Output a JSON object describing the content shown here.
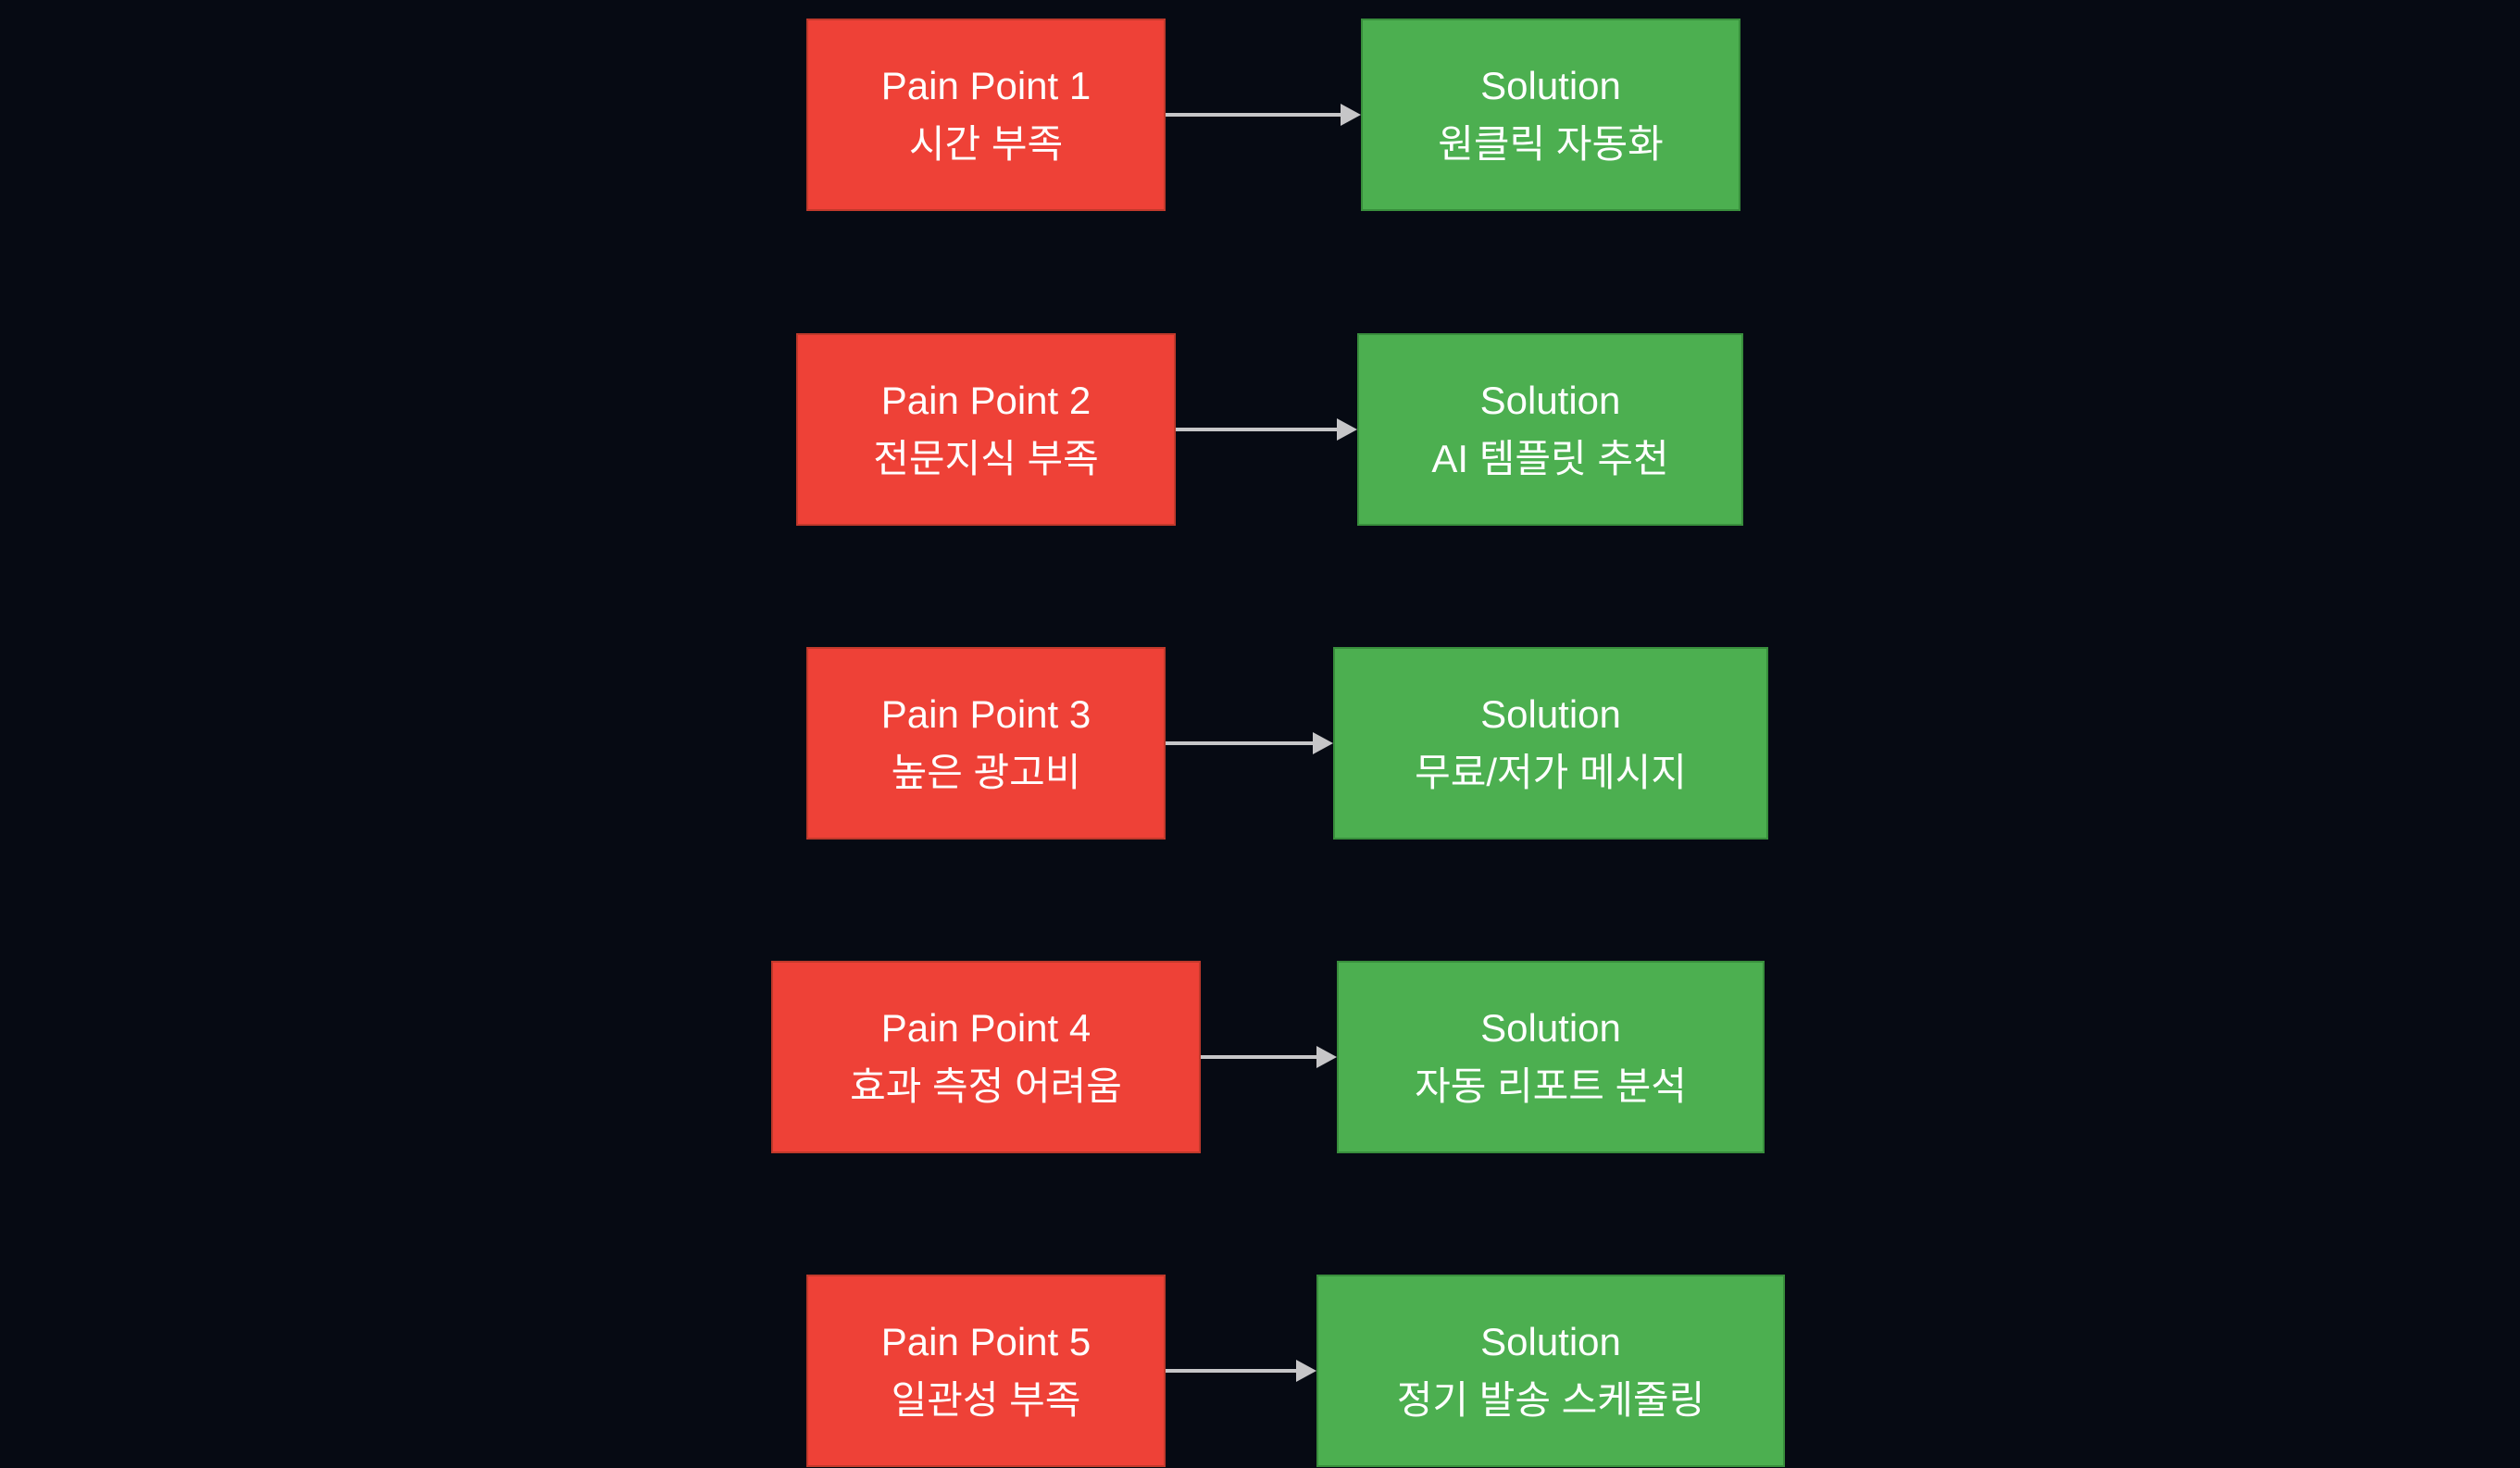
{
  "colors": {
    "background": "#060a13",
    "pain_fill": "#ee4137",
    "pain_border": "#c0392b",
    "solution_fill": "#4caf50",
    "solution_border": "#388e3c",
    "arrow": "#c6c6c8",
    "text": "#ffffff"
  },
  "diagram": {
    "type": "flowchart",
    "description": "Pain points mapped to solutions, left-to-right arrows",
    "rows": [
      {
        "pain": {
          "title": "Pain Point 1",
          "label": "시간 부족"
        },
        "solution": {
          "title": "Solution",
          "label": "원클릭 자동화"
        }
      },
      {
        "pain": {
          "title": "Pain Point 2",
          "label": "전문지식 부족"
        },
        "solution": {
          "title": "Solution",
          "label": "AI 템플릿 추천"
        }
      },
      {
        "pain": {
          "title": "Pain Point 3",
          "label": "높은 광고비"
        },
        "solution": {
          "title": "Solution",
          "label": "무료/저가 메시지"
        }
      },
      {
        "pain": {
          "title": "Pain Point 4",
          "label": "효과 측정 어려움"
        },
        "solution": {
          "title": "Solution",
          "label": "자동 리포트 분석"
        }
      },
      {
        "pain": {
          "title": "Pain Point 5",
          "label": "일관성 부족"
        },
        "solution": {
          "title": "Solution",
          "label": "정기 발송 스케줄링"
        }
      }
    ]
  }
}
